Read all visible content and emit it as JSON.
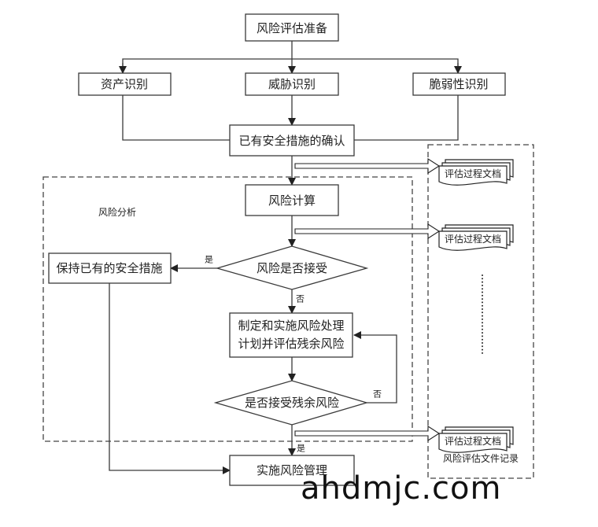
{
  "nodes": {
    "prep": "风险评估准备",
    "asset": "资产识别",
    "threat": "威胁识别",
    "vuln": "脆弱性识别",
    "confirm": "已有安全措施的确认",
    "calc": "风险计算",
    "accept": "风险是否接受",
    "keep": "保持已有的安全措施",
    "plan_line1": "制定和实施风险处理",
    "plan_line2": "计划并评估残余风险",
    "residual": "是否接受残余风险",
    "manage": "实施风险管理"
  },
  "labels": {
    "yes": "是",
    "no": "否",
    "analysis_group": "风险分析",
    "records_group": "风险评估文件记录"
  },
  "documents": [
    "评估过程文档",
    "评估过程文档",
    "评估过程文档"
  ],
  "watermark": "ahdmjc.com"
}
